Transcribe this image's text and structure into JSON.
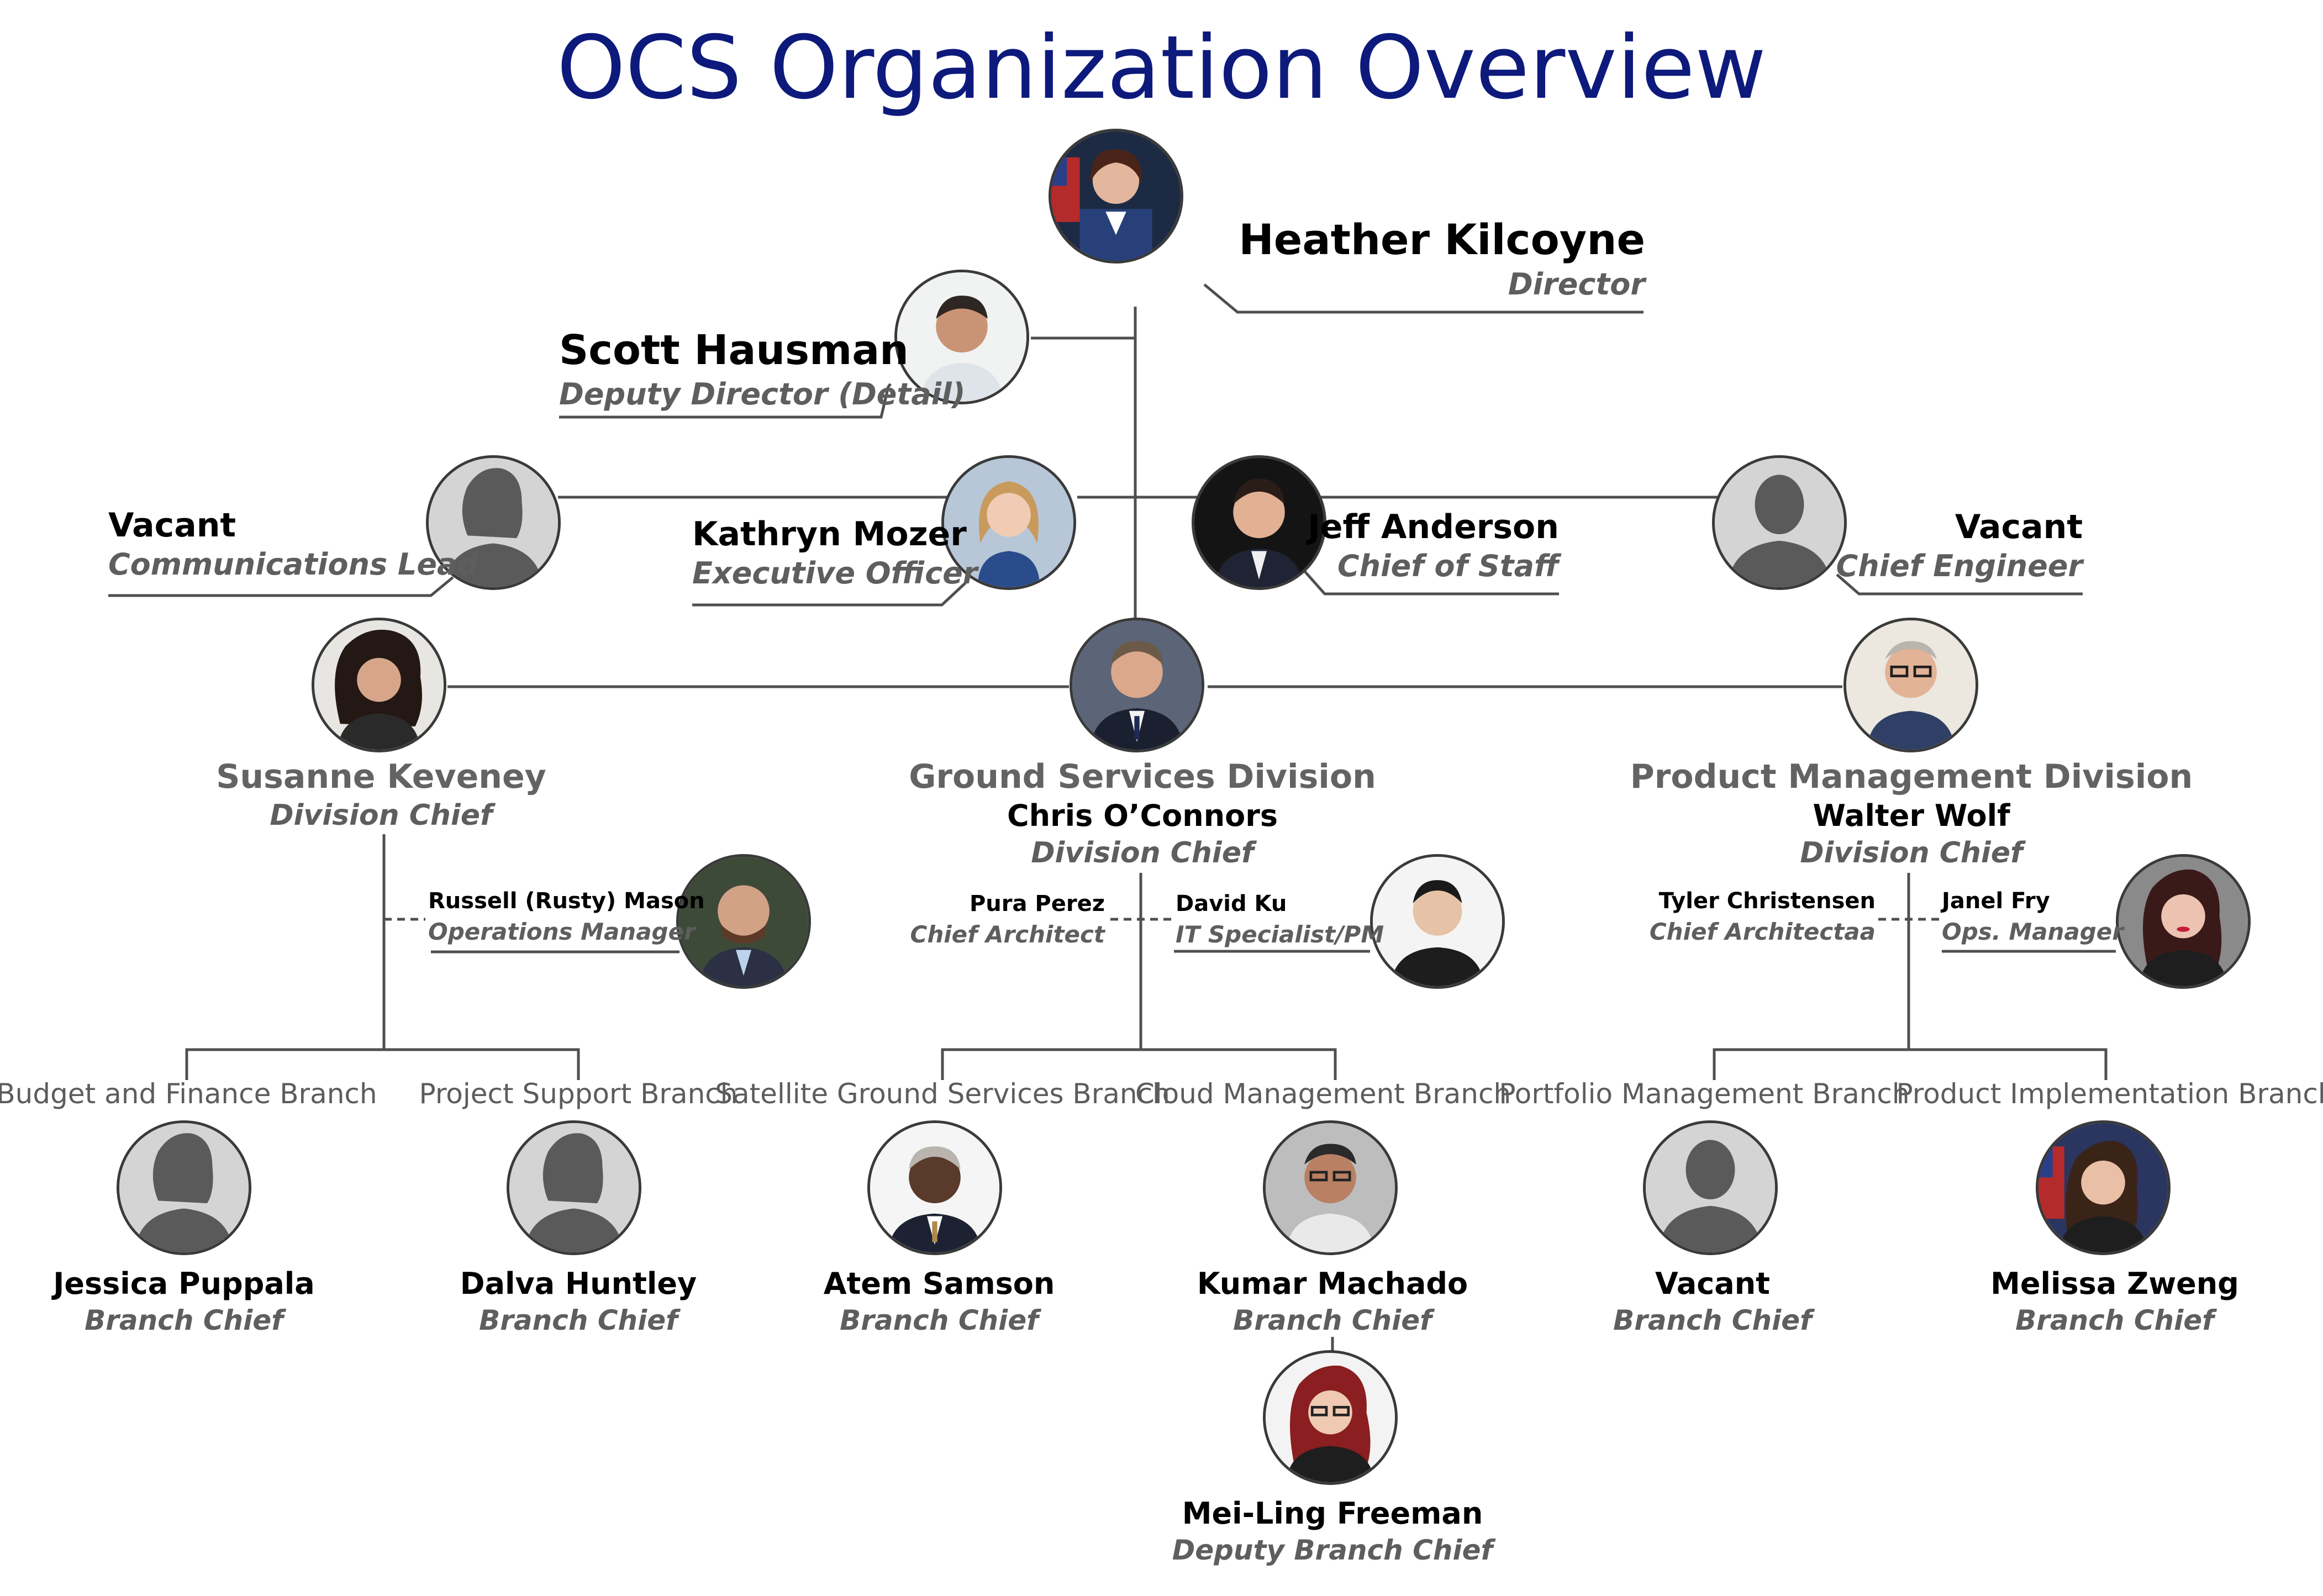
{
  "title": "OCS Organization Overview",
  "colors": {
    "title": "#0d1a7c",
    "line": "#4f4f4f",
    "division_title": "#636363",
    "role": "#5e5e5e"
  },
  "director": {
    "name": "Heather Kilcoyne",
    "role": "Director"
  },
  "deputy": {
    "name": "Scott Hausman",
    "role": "Deputy Director (Detail)"
  },
  "staff": [
    {
      "name": "Vacant",
      "role": "Communications Lead"
    },
    {
      "name": "Kathryn Mozer",
      "role": "Executive Officer"
    },
    {
      "name": "Jeff Anderson",
      "role": "Chief of Staff"
    },
    {
      "name": "Vacant",
      "role": "Chief Engineer"
    }
  ],
  "left_division": {
    "chief": {
      "name": "Susanne Keveney",
      "role": "Division Chief"
    },
    "operations": {
      "name": "Russell (Rusty) Mason",
      "role": "Operations Manager"
    },
    "branches": [
      {
        "label": "Budget and Finance Branch",
        "name": "Jessica Puppala",
        "role": "Branch Chief"
      },
      {
        "label": "Project Support Branch",
        "name": "Dalva Huntley",
        "role": "Branch Chief"
      }
    ]
  },
  "ground_division": {
    "title": "Ground Services Division",
    "chief": {
      "name": "Chris O’Connors",
      "role": "Division Chief"
    },
    "architect": {
      "name": "Pura Perez",
      "role": "Chief Architect"
    },
    "it": {
      "name": "David Ku",
      "role": "IT Specialist/PM"
    },
    "branches": [
      {
        "label": "Satellite Ground Services Branch",
        "name": "Atem Samson",
        "role": "Branch Chief"
      },
      {
        "label": "Cloud Management Branch",
        "name": "Kumar Machado",
        "role": "Branch Chief"
      }
    ],
    "deputy_branch": {
      "name": "Mei-Ling Freeman",
      "role": "Deputy Branch Chief"
    }
  },
  "product_division": {
    "title": "Product Management Division",
    "chief": {
      "name": "Walter Wolf",
      "role": "Division Chief"
    },
    "architect": {
      "name": "Tyler Christensen",
      "role": "Chief Architectaa"
    },
    "ops": {
      "name": "Janel Fry",
      "role": "Ops. Manager"
    },
    "branches": [
      {
        "label": "Portfolio Management Branch",
        "name": "Vacant",
        "role": "Branch Chief"
      },
      {
        "label": "Product Implementation Branch",
        "name": "Melissa Zweng",
        "role": "Branch Chief"
      }
    ]
  }
}
